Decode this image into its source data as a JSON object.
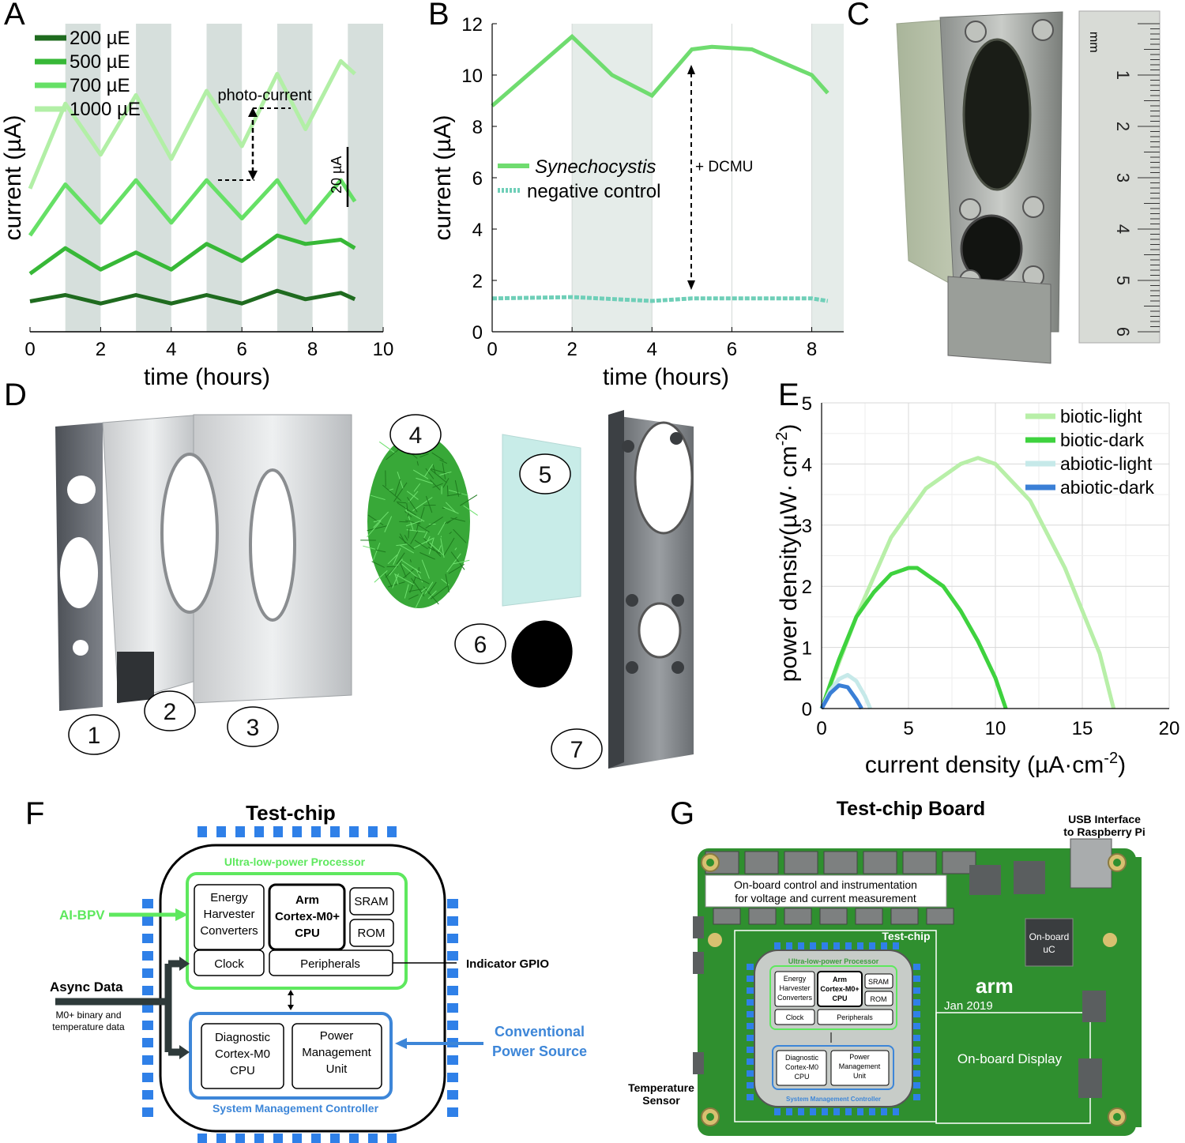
{
  "panels": {
    "A": "A",
    "B": "B",
    "C": "C",
    "D": "D",
    "E": "E",
    "F": "F",
    "G": "G"
  },
  "chart_data": [
    {
      "id": "A",
      "type": "line",
      "xlabel": "time (hours)",
      "ylabel": "current (µA)",
      "xlim": [
        0,
        10
      ],
      "xticks": [
        "0",
        "2",
        "4",
        "6",
        "8",
        "10"
      ],
      "dark_intervals": [
        [
          1,
          2
        ],
        [
          3,
          4
        ],
        [
          5,
          6
        ],
        [
          7,
          8
        ],
        [
          9,
          10
        ]
      ],
      "annotation": "photo-current",
      "scalebar": "20 µA",
      "series": [
        {
          "name": "200 µE",
          "color": "#1f6b1f",
          "x": [
            0,
            1,
            2,
            3,
            4,
            5,
            6,
            7,
            7.8,
            8.8,
            9.2
          ],
          "y": [
            5,
            8,
            4,
            8,
            4,
            8,
            4,
            10,
            6,
            9,
            6
          ]
        },
        {
          "name": "500 µE",
          "color": "#37b837",
          "x": [
            0,
            1,
            2,
            3,
            4,
            5,
            6,
            7,
            7.8,
            8.8,
            9.2
          ],
          "y": [
            18,
            30,
            20,
            28,
            20,
            32,
            24,
            36,
            32,
            34,
            30
          ]
        },
        {
          "name": "700 µE",
          "color": "#66e066",
          "x": [
            0,
            1,
            2,
            3,
            4,
            5,
            6,
            7,
            7.8,
            8.8,
            9.2
          ],
          "y": [
            36,
            60,
            42,
            62,
            42,
            62,
            44,
            62,
            42,
            62,
            52
          ]
        },
        {
          "name": "1000 µE",
          "color": "#b2efa6",
          "x": [
            0,
            1,
            2,
            3,
            4,
            5,
            6,
            7,
            7.8,
            8.8,
            9.2
          ],
          "y": [
            58,
            98,
            74,
            102,
            72,
            104,
            78,
            112,
            86,
            118,
            112
          ]
        }
      ]
    },
    {
      "id": "B",
      "type": "line",
      "xlabel": "time (hours)",
      "ylabel": "current (µA)",
      "xlim": [
        0,
        8.8
      ],
      "ylim": [
        0,
        12
      ],
      "xticks": [
        0,
        2,
        4,
        6,
        8
      ],
      "yticks": [
        0,
        2,
        4,
        6,
        8,
        10,
        12
      ],
      "annotation": "+ DCMU",
      "series": [
        {
          "name": "Synechocystis",
          "color": "#6fdc6f",
          "x": [
            0,
            2,
            3,
            4,
            5,
            5.5,
            6.5,
            8,
            8.4
          ],
          "y": [
            8.8,
            11.5,
            10,
            9.2,
            11,
            11.1,
            11,
            10,
            9.3
          ]
        },
        {
          "name": "negative control",
          "color": "#6fcfb8",
          "x": [
            0,
            2,
            4,
            5,
            6,
            8,
            8.4
          ],
          "y": [
            1.3,
            1.35,
            1.2,
            1.3,
            1.3,
            1.3,
            1.2
          ]
        }
      ]
    },
    {
      "id": "E",
      "type": "line",
      "xlabel": "current density (µA·cm",
      "xlabel_sup": "-2",
      "xlabel_end": ")",
      "ylabel": "power density(µW· cm",
      "ylabel_sup": "-2",
      "ylabel_end": ")",
      "xlim": [
        0,
        20
      ],
      "ylim": [
        0,
        5
      ],
      "xticks": [
        0,
        5,
        10,
        15,
        20
      ],
      "yticks": [
        0,
        1,
        2,
        3,
        4,
        5
      ],
      "grid": true,
      "legend_position": "top-right",
      "series": [
        {
          "name": "biotic-light",
          "color": "#b8efa8",
          "x": [
            0,
            2,
            4,
            6,
            8,
            9,
            10,
            12,
            14,
            16,
            16.8
          ],
          "y": [
            0,
            1.5,
            2.8,
            3.6,
            4.0,
            4.1,
            4.0,
            3.4,
            2.3,
            0.9,
            0
          ]
        },
        {
          "name": "biotic-dark",
          "color": "#3ed23e",
          "x": [
            0,
            1,
            2,
            3,
            4,
            5,
            5.5,
            7,
            8,
            9,
            10,
            10.6
          ],
          "y": [
            0,
            0.8,
            1.5,
            1.9,
            2.2,
            2.3,
            2.3,
            2.0,
            1.6,
            1.1,
            0.5,
            0
          ]
        },
        {
          "name": "abiotic-light",
          "color": "#c6e9e9",
          "x": [
            0,
            0.5,
            1,
            1.5,
            2,
            2.5,
            2.8
          ],
          "y": [
            0,
            0.3,
            0.48,
            0.55,
            0.45,
            0.2,
            0
          ]
        },
        {
          "name": "abiotic-dark",
          "color": "#3a7fd6",
          "x": [
            0,
            0.5,
            1,
            1.5,
            2,
            2.3
          ],
          "y": [
            0,
            0.25,
            0.38,
            0.35,
            0.15,
            0
          ]
        }
      ]
    }
  ],
  "panel_D": {
    "numbers": [
      "1",
      "2",
      "3",
      "4",
      "5",
      "6",
      "7"
    ]
  },
  "panel_C": {
    "ruler_unit": "mm",
    "ruler_numbers": [
      "1",
      "2",
      "3",
      "4",
      "5",
      "6"
    ]
  },
  "panel_F": {
    "title": "Test-chip",
    "ulp_title": "Ultra-low-power Processor",
    "energy": "Energy Harvester Converters",
    "energy_l1": "Energy",
    "energy_l2": "Harvester",
    "energy_l3": "Converters",
    "arm_l1": "Arm",
    "arm_l2": "Cortex-M0+",
    "arm_l3": "CPU",
    "sram": "SRAM",
    "rom": "ROM",
    "clock": "Clock",
    "peripherals": "Peripherals",
    "diag_l1": "Diagnostic",
    "diag_l2": "Cortex-M0",
    "diag_l3": "CPU",
    "pmu_l1": "Power",
    "pmu_l2": "Management",
    "pmu_l3": "Unit",
    "smc_title": "System Management Controller",
    "al_bpv": "AI-BPV",
    "async": "Async Data",
    "async_sub1": "M0+ binary and",
    "async_sub2": "temperature data",
    "gpio": "Indicator GPIO",
    "conv_l1": "Conventional",
    "conv_l2": "Power Source",
    "green": "#5ee85e",
    "blue": "#3d86d8"
  },
  "panel_G": {
    "title": "Test-chip Board",
    "usb_l1": "USB Interface",
    "usb_l2": "to Raspberry Pi",
    "onboard_l1": "On-board control and instrumentation",
    "onboard_l2": "for voltage and current measurement",
    "testchip": "Test-chip",
    "onboard_uc_l1": "On-board",
    "onboard_uc_l2": "uC",
    "arm_logo": "arm",
    "arm_date": "Jan 2019",
    "display": "On-board Display",
    "temp_l1": "Temperature",
    "temp_l2": "Sensor",
    "ulp_title": "Ultra-low-power Processor",
    "smc_title": "System Management Controller",
    "energy_l1": "Energy",
    "energy_l2": "Harvester",
    "energy_l3": "Converters",
    "arm_l1": "Arm",
    "arm_l2": "Cortex-M0+",
    "arm_l3": "CPU",
    "sram": "SRAM",
    "rom": "ROM",
    "clock": "Clock",
    "peripherals": "Peripherals",
    "diag_l1": "Diagnostic",
    "diag_l2": "Cortex-M0",
    "diag_l3": "CPU",
    "pmu_l1": "Power",
    "pmu_l2": "Management",
    "pmu_l3": "Unit",
    "pcb_color": "#2f8f2f"
  }
}
